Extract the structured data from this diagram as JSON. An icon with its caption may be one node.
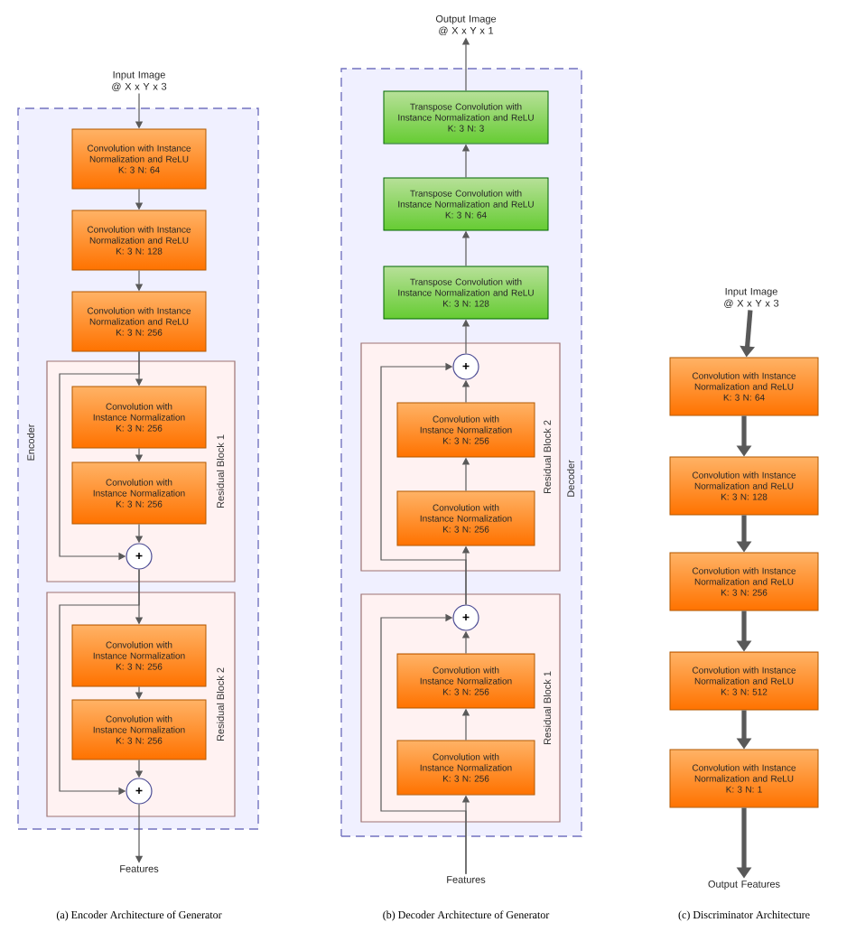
{
  "diagram": {
    "nodes": [
      {
        "text": [
          "Input Image @ X x Y x 3"
        ]
      },
      {
        "text": [
          "Encoder"
        ]
      },
      {
        "text": [
          "Convolution with Instance Normalization and ReLU",
          "K: 3 N: 64"
        ],
        "in": 1
      },
      {
        "text": [
          "Convolution with Instance Normalization and ReLU",
          "K: 3 N: 128"
        ],
        "in": 1
      },
      {
        "text": [
          "Convolution with Instance Normalization and ReLU",
          "K: 3 N: 256"
        ],
        "in": 1
      },
      {
        "text": [
          "Residual Block 1"
        ],
        "in": 1
      },
      {
        "text": [
          "Convolution with Instance Normalization",
          "K: 3 N: 256"
        ],
        "in": 5
      },
      {
        "text": [
          "Convolution with Instance Normalization",
          "K: 3 N: 256"
        ],
        "in": 5
      },
      {
        "text": [
          "+"
        ],
        "in": 5
      },
      {
        "text": [
          "Residual Block 2"
        ],
        "in": 1
      },
      {
        "text": [
          "Convolution with Instance Normalization",
          "K: 3 N: 256"
        ],
        "in": 9
      },
      {
        "text": [
          "Convolution with Instance Normalization",
          "K: 3 N: 256"
        ],
        "in": 9
      },
      {
        "text": [
          "+"
        ],
        "in": 9
      },
      {
        "text": [
          "Features"
        ]
      },
      {
        "text": [
          "Output Image @ X x Y x 1"
        ]
      },
      {
        "text": [
          "Decoder"
        ]
      },
      {
        "text": [
          "Transpose Convolution with Instance Normalization and ReLU",
          "K: 3 N: 3"
        ],
        "in": 15
      },
      {
        "text": [
          "Transpose Convolution with Instance Normalization and ReLU",
          "K: 3 N: 64"
        ],
        "in": 15
      },
      {
        "text": [
          "Transpose Convolution with Instance Normalization and ReLU",
          "K: 3 N: 128"
        ],
        "in": 15
      },
      {
        "text": [
          "Residual Block 2"
        ],
        "in": 15
      },
      {
        "text": [
          "+"
        ],
        "in": 19
      },
      {
        "text": [
          "Convolution with Instance Normalization",
          "K: 3 N: 256"
        ],
        "in": 19
      },
      {
        "text": [
          "Convolution with Instance Normalization",
          "K: 3 N: 256"
        ],
        "in": 19
      },
      {
        "text": [
          "Residual Block 1"
        ],
        "in": 15
      },
      {
        "text": [
          "+"
        ],
        "in": 23
      },
      {
        "text": [
          "Convolution with Instance Normalization",
          "K: 3 N: 256"
        ],
        "in": 23
      },
      {
        "text": [
          "Convolution with Instance Normalization",
          "K: 3 N: 256"
        ],
        "in": 23
      },
      {
        "text": [
          "Features"
        ]
      },
      {
        "text": [
          "Input Image @ X x Y x 3"
        ]
      },
      {
        "text": [
          "Convolution with Instance Normalization and ReLU",
          "K: 3 N: 64"
        ]
      },
      {
        "text": [
          "Convolution with Instance Normalization and ReLU",
          "K: 3 N: 128"
        ]
      },
      {
        "text": [
          "Convolution with Instance Normalization and ReLU",
          "K: 3 N: 256"
        ]
      },
      {
        "text": [
          "Convolution with Instance Normalization and ReLU",
          "K: 3 N: 512"
        ]
      },
      {
        "text": [
          "Convolution with Instance Normalization and ReLU",
          "K: 3 N: 1"
        ]
      },
      {
        "text": [
          "Output Features"
        ]
      }
    ],
    "edges": [
      {
        "from": 0,
        "to": 2,
        "arrow": "to"
      },
      {
        "from": 2,
        "to": 3,
        "arrow": "to"
      },
      {
        "from": 3,
        "to": 4,
        "arrow": "to"
      },
      {
        "from": 4,
        "to": 6,
        "arrow": "to"
      },
      {
        "from": 4,
        "to": 8,
        "arrow": "to"
      },
      {
        "from": 6,
        "to": 7,
        "arrow": "to"
      },
      {
        "from": 7,
        "to": 8,
        "arrow": "to"
      },
      {
        "from": 8,
        "to": 10,
        "arrow": "to"
      },
      {
        "from": 8,
        "to": 12,
        "arrow": "to"
      },
      {
        "from": 10,
        "to": 11,
        "arrow": "to"
      },
      {
        "from": 11,
        "to": 12,
        "arrow": "to"
      },
      {
        "from": 12,
        "to": 13,
        "arrow": "to"
      },
      {
        "from": 27,
        "to": 26,
        "arrow": "to"
      },
      {
        "from": 27,
        "to": 24,
        "arrow": "to"
      },
      {
        "from": 26,
        "to": 25,
        "arrow": "to"
      },
      {
        "from": 25,
        "to": 24,
        "arrow": "to"
      },
      {
        "from": 24,
        "to": 22,
        "arrow": "to"
      },
      {
        "from": 24,
        "to": 20,
        "arrow": "to"
      },
      {
        "from": 22,
        "to": 21,
        "arrow": "to"
      },
      {
        "from": 21,
        "to": 20,
        "arrow": "to"
      },
      {
        "from": 20,
        "to": 18,
        "arrow": "to"
      },
      {
        "from": 18,
        "to": 17,
        "arrow": "to"
      },
      {
        "from": 17,
        "to": 16,
        "arrow": "to"
      },
      {
        "from": 16,
        "to": 14,
        "arrow": "to"
      },
      {
        "from": 28,
        "to": 29,
        "arrow": "to",
        "style": "thick"
      },
      {
        "from": 29,
        "to": 30,
        "arrow": "to",
        "style": "thick"
      },
      {
        "from": 30,
        "to": 31,
        "arrow": "to",
        "style": "thick"
      },
      {
        "from": 31,
        "to": 32,
        "arrow": "to",
        "style": "thick"
      },
      {
        "from": 32,
        "to": 33,
        "arrow": "to",
        "style": "thick"
      },
      {
        "from": 33,
        "to": 34,
        "arrow": "to",
        "style": "thick"
      }
    ],
    "labels": [
      "(a) Encoder Architecture of Generator",
      "(b) Decoder Architecture of Generator",
      "(c) Discriminator Architecture"
    ]
  }
}
